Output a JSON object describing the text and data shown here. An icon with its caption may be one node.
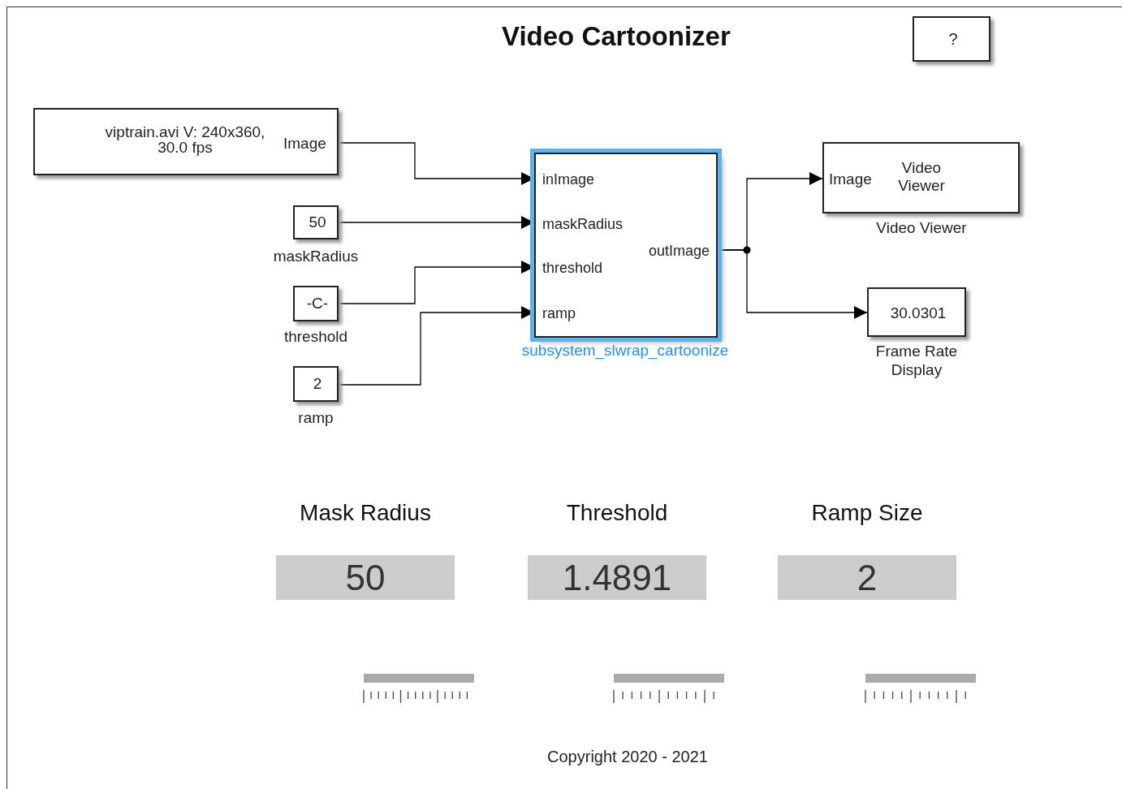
{
  "diagram": {
    "title": "Video Cartoonizer",
    "nodes": [
      {
        "text": [
          "viptrain.avi V: 240x360, 30.0 fps",
          "Image"
        ]
      },
      {
        "text": [
          "50"
        ],
        "beside": [
          "maskRadius"
        ]
      },
      {
        "text": [
          "-C-"
        ],
        "beside": [
          "threshold"
        ]
      },
      {
        "text": [
          "2"
        ],
        "beside": [
          "ramp"
        ]
      },
      {
        "text": [
          "inImage",
          "maskRadius",
          "threshold",
          "ramp",
          "outImage"
        ],
        "beside": [
          "subsystem_slwrap_cartoonize"
        ]
      },
      {
        "text": [
          "Image",
          "Video Viewer"
        ],
        "beside": [
          "Video Viewer"
        ]
      },
      {
        "text": [
          "30.0301"
        ],
        "beside": [
          "Frame Rate Display"
        ]
      },
      {
        "text": [
          "?"
        ]
      },
      {
        "text": [
          "Mask Radius",
          "50"
        ]
      },
      {
        "text": [
          "Threshold",
          "1.4891"
        ]
      },
      {
        "text": [
          "Ramp Size",
          "2"
        ]
      }
    ],
    "edges": [
      {
        "from": 0,
        "to": 4,
        "arrow": "to"
      },
      {
        "from": 1,
        "to": 4,
        "arrow": "to"
      },
      {
        "from": 2,
        "to": 4,
        "arrow": "to"
      },
      {
        "from": 3,
        "to": 4,
        "arrow": "to"
      },
      {
        "from": 4,
        "to": 5,
        "arrow": "to"
      },
      {
        "from": 4,
        "to": 6,
        "arrow": "to"
      }
    ],
    "labels": [
      "Copyright 2020 - 2021"
    ]
  }
}
